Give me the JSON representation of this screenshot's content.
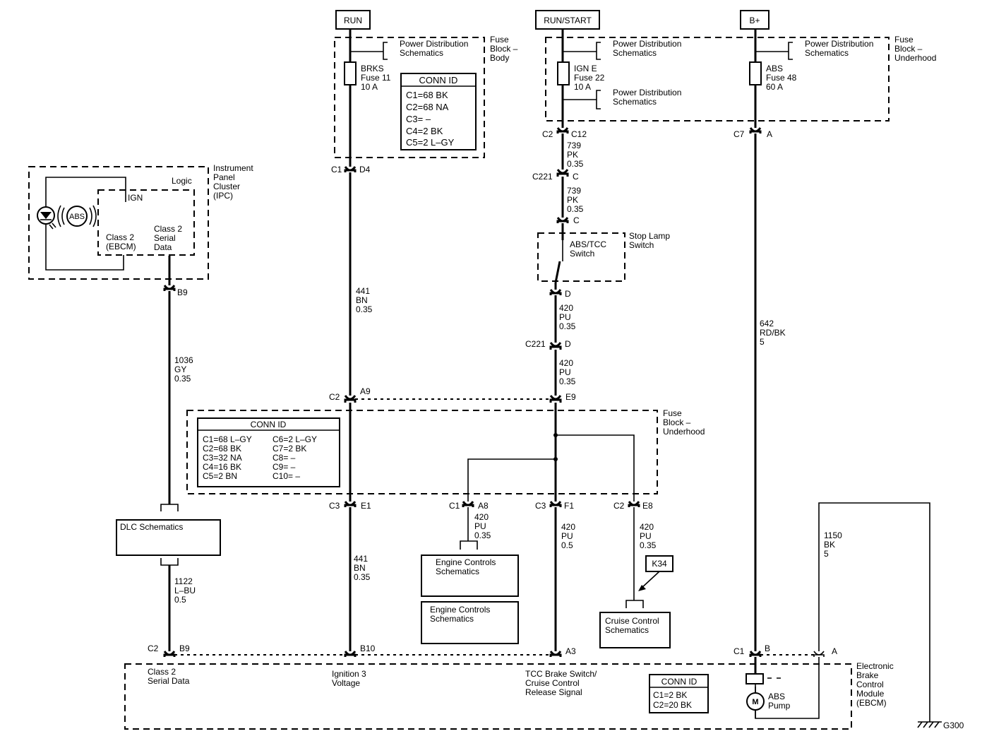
{
  "power": {
    "run": "RUN",
    "run_start": "RUN/START",
    "bplus": "B+"
  },
  "fuse_body": {
    "label": [
      "Fuse",
      "Block –",
      "Body"
    ],
    "pd": [
      "Power Distribution",
      "Schematics"
    ],
    "fuse": [
      "BRKS",
      "Fuse 11",
      "10 A"
    ],
    "conn_title": "CONN ID",
    "conn": [
      "C1=68 BK",
      "C2=68 NA",
      "C3= –",
      "C4=2 BK",
      "C5=2 L–GY"
    ]
  },
  "fuse_under_top": {
    "label": [
      "Fuse",
      "Block –",
      "Underhood"
    ],
    "pd1": [
      "Power Distribution",
      "Schematics"
    ],
    "pd2": [
      "Power Distribution",
      "Schematics"
    ],
    "pd3": [
      "Power Distribution",
      "Schematics"
    ],
    "fuse_ign": [
      "IGN E",
      "Fuse 22",
      "10 A"
    ],
    "fuse_abs": [
      "ABS",
      "Fuse 48",
      "60 A"
    ]
  },
  "ipc": {
    "label": [
      "Instrument",
      "Panel",
      "Cluster",
      "(IPC)"
    ],
    "logic": "Logic",
    "ign": "IGN",
    "abs": "ABS",
    "class2_ebcm": [
      "Class 2",
      "(EBCM)"
    ],
    "class2_serial": [
      "Class 2",
      "Serial",
      "Data"
    ]
  },
  "stop_lamp": {
    "label": [
      "Stop Lamp",
      "Switch"
    ],
    "switch": [
      "ABS/TCC",
      "Switch"
    ]
  },
  "fuse_under_mid": {
    "label": [
      "Fuse",
      "Block –",
      "Underhood"
    ],
    "conn_title": "CONN ID",
    "conn_left": [
      "C1=68 L–GY",
      "C2=68 BK",
      "C3=32 NA",
      "C4=16 BK",
      "C5=2 BN"
    ],
    "conn_right": [
      "C6=2 L–GY",
      "C7=2 BK",
      "C8= –",
      "C9= –",
      "C10= –"
    ]
  },
  "connectors": {
    "c1_d4": [
      "C1",
      "D4"
    ],
    "b9_top": "B9",
    "c2_c12": [
      "C2",
      "C12"
    ],
    "c7_a": [
      "C7",
      "A"
    ],
    "c221_c": [
      "C221",
      "C"
    ],
    "c_sw": "C",
    "d_sw": "D",
    "c221_d": [
      "C221",
      "D"
    ],
    "c2_a9": [
      "C2",
      "A9"
    ],
    "e9": "E9",
    "c3_e1": [
      "C3",
      "E1"
    ],
    "c1_a8": [
      "C1",
      "A8"
    ],
    "c3_f1": [
      "C3",
      "F1"
    ],
    "c2_e8": [
      "C2",
      "E8"
    ],
    "c2_b9": [
      "C2",
      "B9"
    ],
    "b10": "B10",
    "a3": "A3",
    "c1_b": [
      "C1",
      "B"
    ],
    "a_gnd": "A"
  },
  "wires": {
    "w739a": [
      "739",
      "PK",
      "0.35"
    ],
    "w739b": [
      "739",
      "PK",
      "0.35"
    ],
    "w441a": [
      "441",
      "BN",
      "0.35"
    ],
    "w441b": [
      "441",
      "BN",
      "0.35"
    ],
    "w420a": [
      "420",
      "PU",
      "0.35"
    ],
    "w420b": [
      "420",
      "PU",
      "0.35"
    ],
    "w420c": [
      "420",
      "PU",
      "0.35"
    ],
    "w420d": [
      "420",
      "PU",
      "0.5"
    ],
    "w420e": [
      "420",
      "PU",
      "0.35"
    ],
    "w1036": [
      "1036",
      "GY",
      "0.35"
    ],
    "w1122": [
      "1122",
      "L–BU",
      "0.5"
    ],
    "w642": [
      "642",
      "RD/BK",
      "5"
    ],
    "w1150": [
      "1150",
      "BK",
      "5"
    ]
  },
  "boxes": {
    "dlc": "DLC Schematics",
    "engine1": [
      "Engine Controls",
      "Schematics"
    ],
    "engine2": [
      "Engine Controls",
      "Schematics"
    ],
    "cruise": [
      "Cruise Control",
      "Schematics"
    ],
    "k34": "K34"
  },
  "ebcm": {
    "label": [
      "Electronic",
      "Brake",
      "Control",
      "Module",
      "(EBCM)"
    ],
    "class2": [
      "Class 2",
      "Serial Data"
    ],
    "ign3": [
      "Ignition 3",
      "Voltage"
    ],
    "tcc": [
      "TCC Brake Switch/",
      "Cruise Control",
      "Release Signal"
    ],
    "conn_title": "CONN ID",
    "conn": [
      "C1=2 BK",
      "C2=20 BK"
    ],
    "pump": [
      "ABS",
      "Pump"
    ],
    "motor": "M"
  },
  "ground": "G300"
}
